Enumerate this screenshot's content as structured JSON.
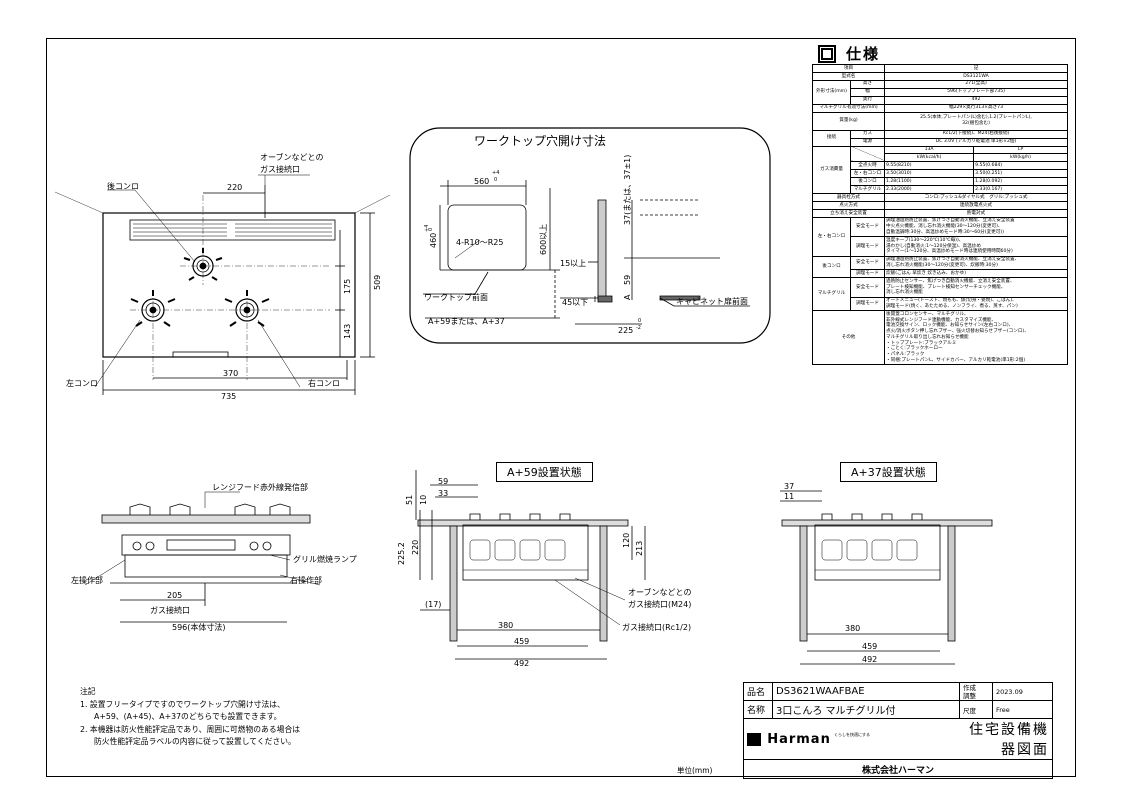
{
  "spec": {
    "title": "仕様",
    "rows": {
      "item": "項目",
      "item_val": "記",
      "model": "型式名",
      "model_val": "DS3121WA",
      "dim": "外形寸法(mm)",
      "h": "高さ",
      "h_val": "271(全高)",
      "w": "幅",
      "w_val": "596(トッププレート部735)",
      "d": "奥行",
      "d_val": "492",
      "grill_dim": "マルチグリル有効寸法(mm)",
      "grill_dim_val": "幅229×奥行313×高さ73",
      "mass": "質量(kg)",
      "mass_val1": "25.5(本体,プレートパン(L)含む),1.2(プレートパンL),",
      "mass_val2": "32(梱包含む)",
      "conn": "接続",
      "gas": "ガス",
      "gas_val": "Rc1/2(下接続)、M24(右後接続)",
      "power": "電源",
      "power_val": "DC 3.0V (アルカリ乾電池 単1形×2個)",
      "consume": "ガス消費量",
      "c13": "13A",
      "clp": "LP",
      "cu13": "kW(kcal/h)",
      "culp": "kW(kg/h)",
      "all": "全点火時",
      "all13": "9.55(8210)",
      "alllp": "9.55(0.684)",
      "lr": "左・右コンロ",
      "lr13": "3.50(3010)",
      "lrlp": "3.50(0.251)",
      "back": "後コンロ",
      "back13": "1.28(1100)",
      "backlp": "1.28(0.092)",
      "mg": "マルチグリル",
      "mg13": "2.33(2000)",
      "mglp": "2.33(0.167)",
      "ign": "器具栓方式",
      "ign_val": "コンロ:プッシュ&ダイヤル式　グリル:プッシュ式",
      "fire": "点火方式",
      "fire_val": "連続放電点火式",
      "safety": "立ち消え安全装置",
      "safety_val": "熱電対式",
      "lrc": "左・右コンロ",
      "mode_safe": "安全モード",
      "mode_cook": "調理モード",
      "lr_safe": "調理油過熱防止装置、焦げつき自動消火機能、立消え安全装置\n中火点火機能、消し忘れ消火機能(30～120分(変更可)、\n自動温調時:30分、高温炒めモード時:30～60分(変更可))",
      "lr_cook": "温度キープ(130～220℃(10℃毎))、\n湯わかし(自動消火:1～120分保温)、高温炒め\nタイマー(1～120分、高温炒めモード時は連続使用時間60分)",
      "bc": "後コンロ",
      "bc_safe": "調理油過熱防止装置、焦げつき自動消火機能、立消え安全装置、\n消し忘れ消火機能(30～120分(変更可)、炊飯時:30分)",
      "bc_cook": "炊飯(ごはん 早炊き 炊き込み、おかゆ)",
      "mgr": "マルチグリル",
      "mg_safe": "過熱防止センサー、焦げつき自動消火機能、立消え安全装置、\nプレート検知機能、プレート検知センサーチェック機能、\n消し忘れ消火機能",
      "mg_cook": "オートメニュー(トースト、焼もも、魚(切身・姿焼)、ごはん)、\n調理モード(焼く、あたためる、ノンフライ、煮る、蒸す、パン)",
      "other": "その他",
      "other_val": "後開蓋コロンセンサー、マルチグリル、\n非外線式レンジフード連動機能、カスタマイズ機能、\n電池交換サイン、ロック機能、お知らせサイン(左右コンロ)、\n点火/消火ボタン押し忘れブザー、強火切替お知らせブザー(コンロ)、\nマルチグリル取り出し忘れお知らせ機能\n・トッププレート:ブラックアルミ\n・ごとく:ブラックホーロー\n・パネル:ブラック\n・同梱:プレートパンL、サイドカバー、アルカリ乾電池(単1形:2個)"
    }
  },
  "drawing": {
    "top_view": {
      "back_burner": "後コンロ",
      "left_burner": "左コンロ",
      "right_burner": "右コンロ",
      "oven_gas": "オーブンなどとの",
      "oven_gas2": "ガス接続口",
      "d220": "220",
      "d370": "370",
      "d735": "735",
      "d509": "509",
      "d175": "175",
      "d143": "143"
    },
    "cutout": {
      "title": "ワークトップ穴開け寸法",
      "d560": "560",
      "tol560": "+4",
      "tol560b": "0",
      "d460": "460",
      "tol460": "+4",
      "tol460b": "0",
      "r": "4-R10～R25",
      "d600": "600以上",
      "front": "ワークトップ前面",
      "a": "A+59または、A+37",
      "d15": "15以上",
      "d59": "59",
      "d45": "45以下",
      "d225": "225",
      "tol225": "0",
      "tol225b": "-2",
      "d37": "37(または、37±1)",
      "cab": "キャビネット扉前面",
      "A": "A"
    },
    "front_view": {
      "hood": "レンジフード赤外線発信部",
      "lamp": "グリル燃焼ランプ",
      "lop": "左操作部",
      "rop": "右操作部",
      "d205": "205",
      "gas": "ガス接続口",
      "d596": "596(本体寸法)"
    },
    "side59": {
      "title": "A+59設置状態",
      "d59": "59",
      "d33": "33",
      "d51": "51",
      "d10": "10",
      "d2252": "225.2",
      "d220": "220",
      "d120": "120",
      "d213": "213",
      "d17": "(17)",
      "oven1": "オーブンなどとの",
      "oven2": "ガス接続口(M24)",
      "gas": "ガス接続口(Rc1/2)",
      "d380": "380",
      "d459": "459",
      "d492": "492"
    },
    "side37": {
      "title": "A+37設置状態",
      "d37": "37",
      "d11": "11",
      "d380": "380",
      "d459": "459",
      "d492": "492"
    }
  },
  "notes": {
    "title": "注記",
    "n1": "1. 設置フリータイプですのでワークトップ穴開け寸法は、",
    "n1b": "A+59、(A+45)、A+37のどちらでも設置できます。",
    "n2": "2. 本機器は防火性能評定品であり、周囲に可燃物のある場合は",
    "n2b": "防火性能評定品ラベルの内容に従って設置してください。",
    "unit": "単位(mm)"
  },
  "titleblock": {
    "product_label": "品名",
    "product": "DS3621WAAFBAE",
    "made": "作成",
    "date": "2023.09",
    "adjust": "調整",
    "name_label": "名称",
    "name": "3口こんろ マルチグリル付",
    "scale_label": "尺度",
    "scale": "Free",
    "brand": "Harman",
    "brand_sub": "くらしを快適にする",
    "doc": "住宅設備機器図面",
    "company": "株式会社ハーマン"
  }
}
